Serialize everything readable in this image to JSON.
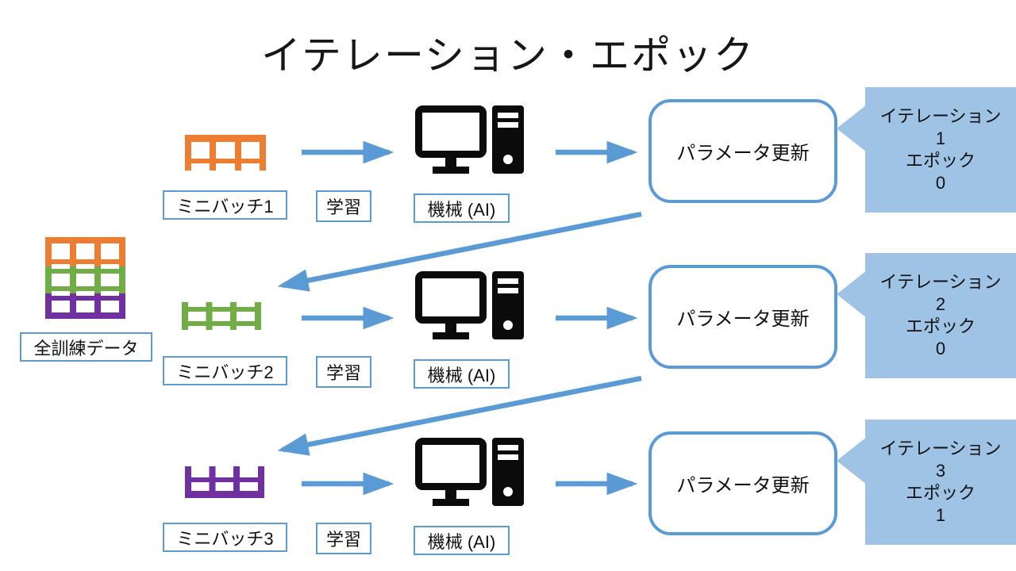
{
  "title": "イテレーション・エポック",
  "colors": {
    "accent_blue": "#5B9BD5",
    "callout_fill": "#9FC3E5",
    "batch1_orange": "#ED7D31",
    "batch2_green": "#70AD47",
    "batch3_purple": "#7030A0",
    "icon_black": "#0b0b0b"
  },
  "full_data": {
    "label": "全訓練データ"
  },
  "rows": [
    {
      "batch_label": "ミニバッチ1",
      "learn_label": "学習",
      "machine_label": "機械 (AI)",
      "update_label": "パラメータ更新",
      "batch_color": "#ED7D31",
      "callout": {
        "iteration_label": "イテレーション",
        "iteration_value": "1",
        "epoch_label": "エポック",
        "epoch_value": "0"
      }
    },
    {
      "batch_label": "ミニバッチ2",
      "learn_label": "学習",
      "machine_label": "機械 (AI)",
      "update_label": "パラメータ更新",
      "batch_color": "#70AD47",
      "callout": {
        "iteration_label": "イテレーション",
        "iteration_value": "2",
        "epoch_label": "エポック",
        "epoch_value": "0"
      }
    },
    {
      "batch_label": "ミニバッチ3",
      "learn_label": "学習",
      "machine_label": "機械 (AI)",
      "update_label": "パラメータ更新",
      "batch_color": "#7030A0",
      "callout": {
        "iteration_label": "イテレーション",
        "iteration_value": "3",
        "epoch_label": "エポック",
        "epoch_value": "1"
      }
    }
  ]
}
